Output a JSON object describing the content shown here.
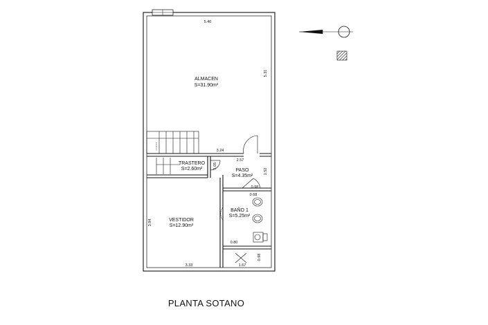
{
  "plan_title": "PLANTA SOTANO",
  "rooms": [
    {
      "name": "ALMACEN",
      "area": "S=31.90m²"
    },
    {
      "name": "TRASTERO",
      "area": "S=2.60m²"
    },
    {
      "name": "PASO",
      "area": "S=4.35m²"
    },
    {
      "name": "BAÑO 1",
      "area": "S=5.25m²"
    },
    {
      "name": "VESTIDOR",
      "area": "S=12.90m²"
    }
  ],
  "dimensions": {
    "top_width": "5.40",
    "right_height": "5.31",
    "almacen_partition": "3.24",
    "door_width": "2.57",
    "trastero_height": "1.05",
    "paso_height": "1.52",
    "bano_top": "0.98",
    "bano_upper": "0.68",
    "bano_lower": "0.80",
    "vestidor_height": "3.94",
    "vestidor_width": "3.33",
    "bottom_small_width": "1.67",
    "bottom_small_height": "0.98"
  },
  "icons": {
    "north_arrow": "north-arrow-icon",
    "section_mark": "hatched-section-icon"
  }
}
